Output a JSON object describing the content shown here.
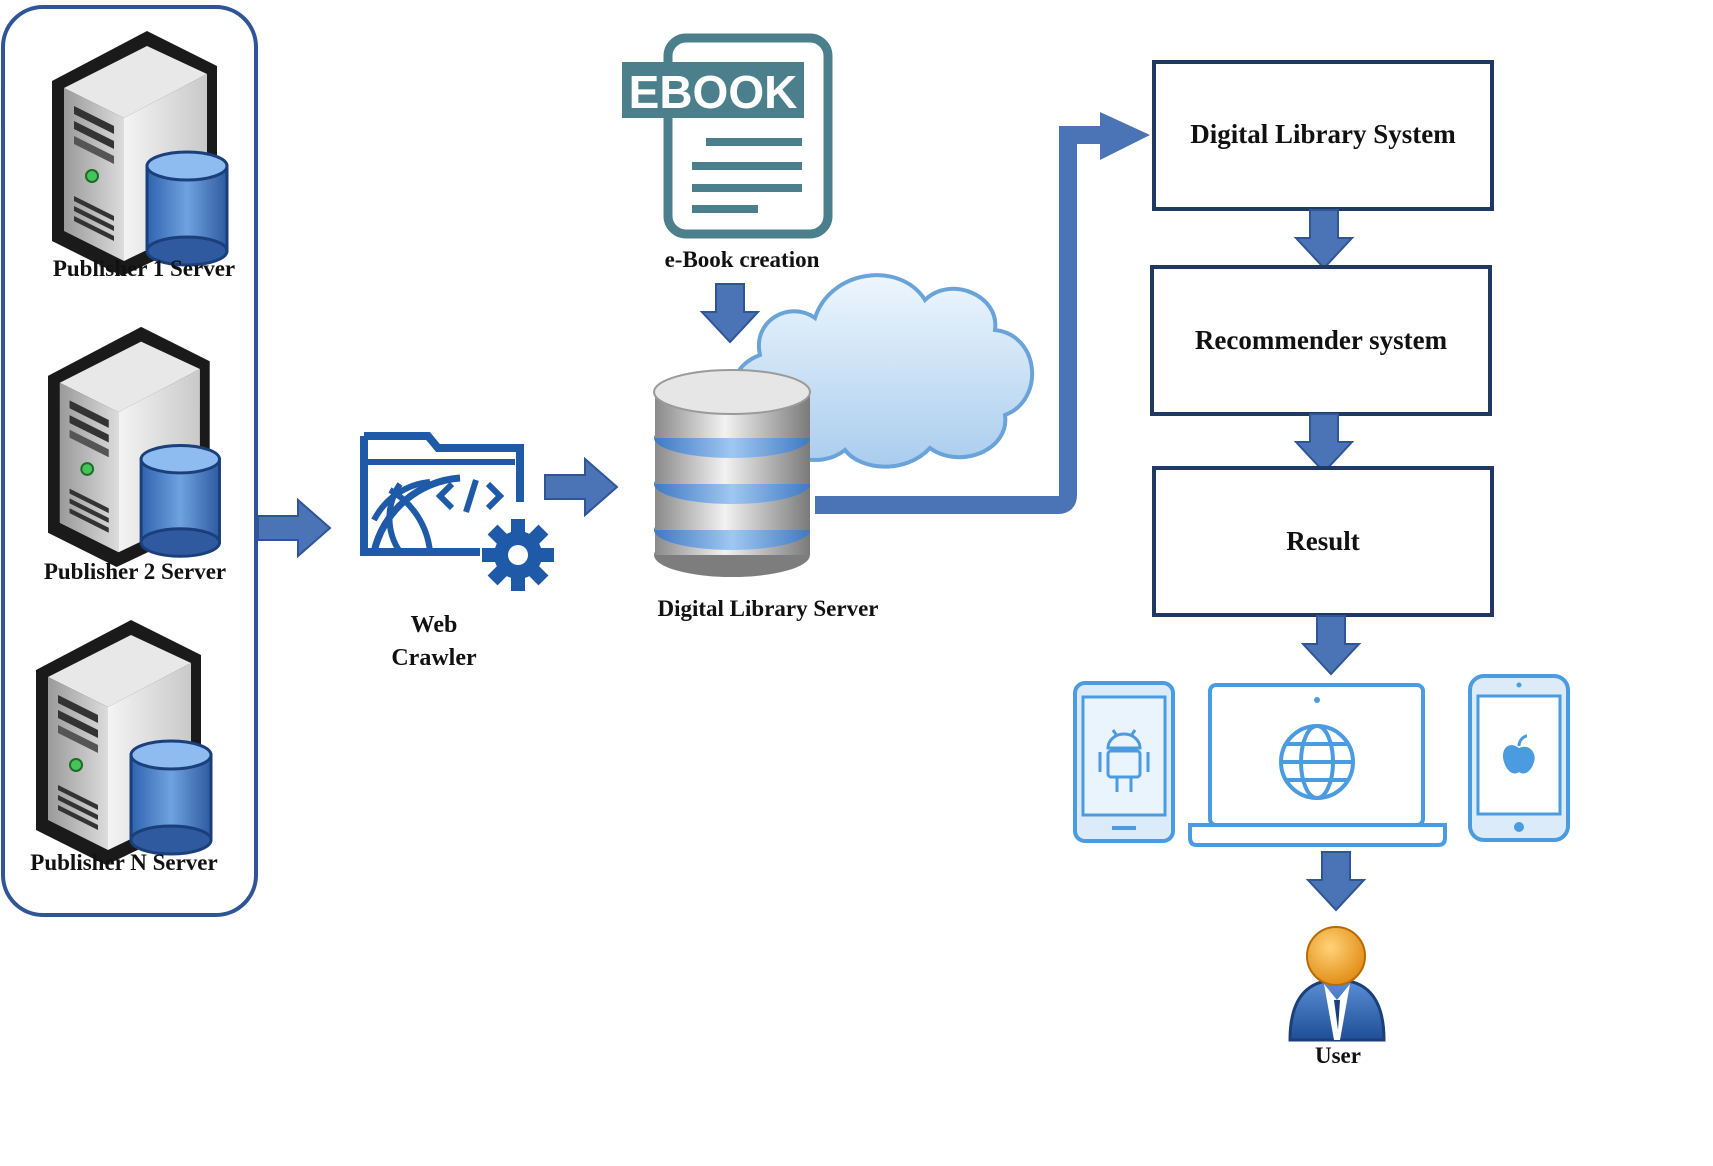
{
  "diagram": {
    "publishers": [
      {
        "label": "Publisher 1 Server"
      },
      {
        "label": "Publisher 2 Server"
      },
      {
        "label": "Publisher N Server"
      }
    ],
    "crawler": {
      "line1": "Web",
      "line2": "Crawler"
    },
    "ebook": {
      "badge": "EBOOK",
      "label": "e-Book creation"
    },
    "server": {
      "label": "Digital Library Server"
    },
    "flow_boxes": [
      {
        "label": "Digital Library System"
      },
      {
        "label": "Recommender system"
      },
      {
        "label": "Result"
      }
    ],
    "user": {
      "label": "User"
    },
    "devices": [
      "android-phone-icon",
      "laptop-globe-icon",
      "iphone-icon"
    ],
    "colors": {
      "arrow": "#4a74b6",
      "arrow_dark": "#2f5597",
      "frame": "#2f5597",
      "device": "#4a9be0",
      "crawler": "#1e5aa8",
      "ebook": "#4b7f8c",
      "cloud": "#b9d8f2",
      "db": "#5a8fd0",
      "user_head": "#f2a223"
    }
  }
}
